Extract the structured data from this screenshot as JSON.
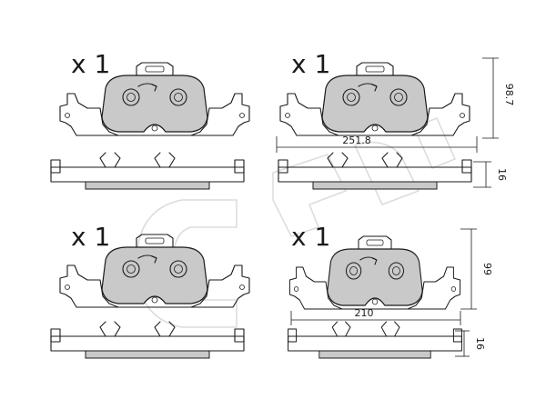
{
  "views": [
    {
      "quantity": "x 1",
      "dimension": null
    },
    {
      "quantity": "x 1",
      "dimension": {
        "height": "98.7",
        "width": "251.8",
        "thickness": "16"
      }
    },
    {
      "quantity": "x 1",
      "dimension": null
    },
    {
      "quantity": "x 1",
      "dimension": {
        "height": "99",
        "width": "210",
        "thickness": "16"
      }
    }
  ],
  "watermark": {
    "icon": "cifam-logo-watermark"
  }
}
